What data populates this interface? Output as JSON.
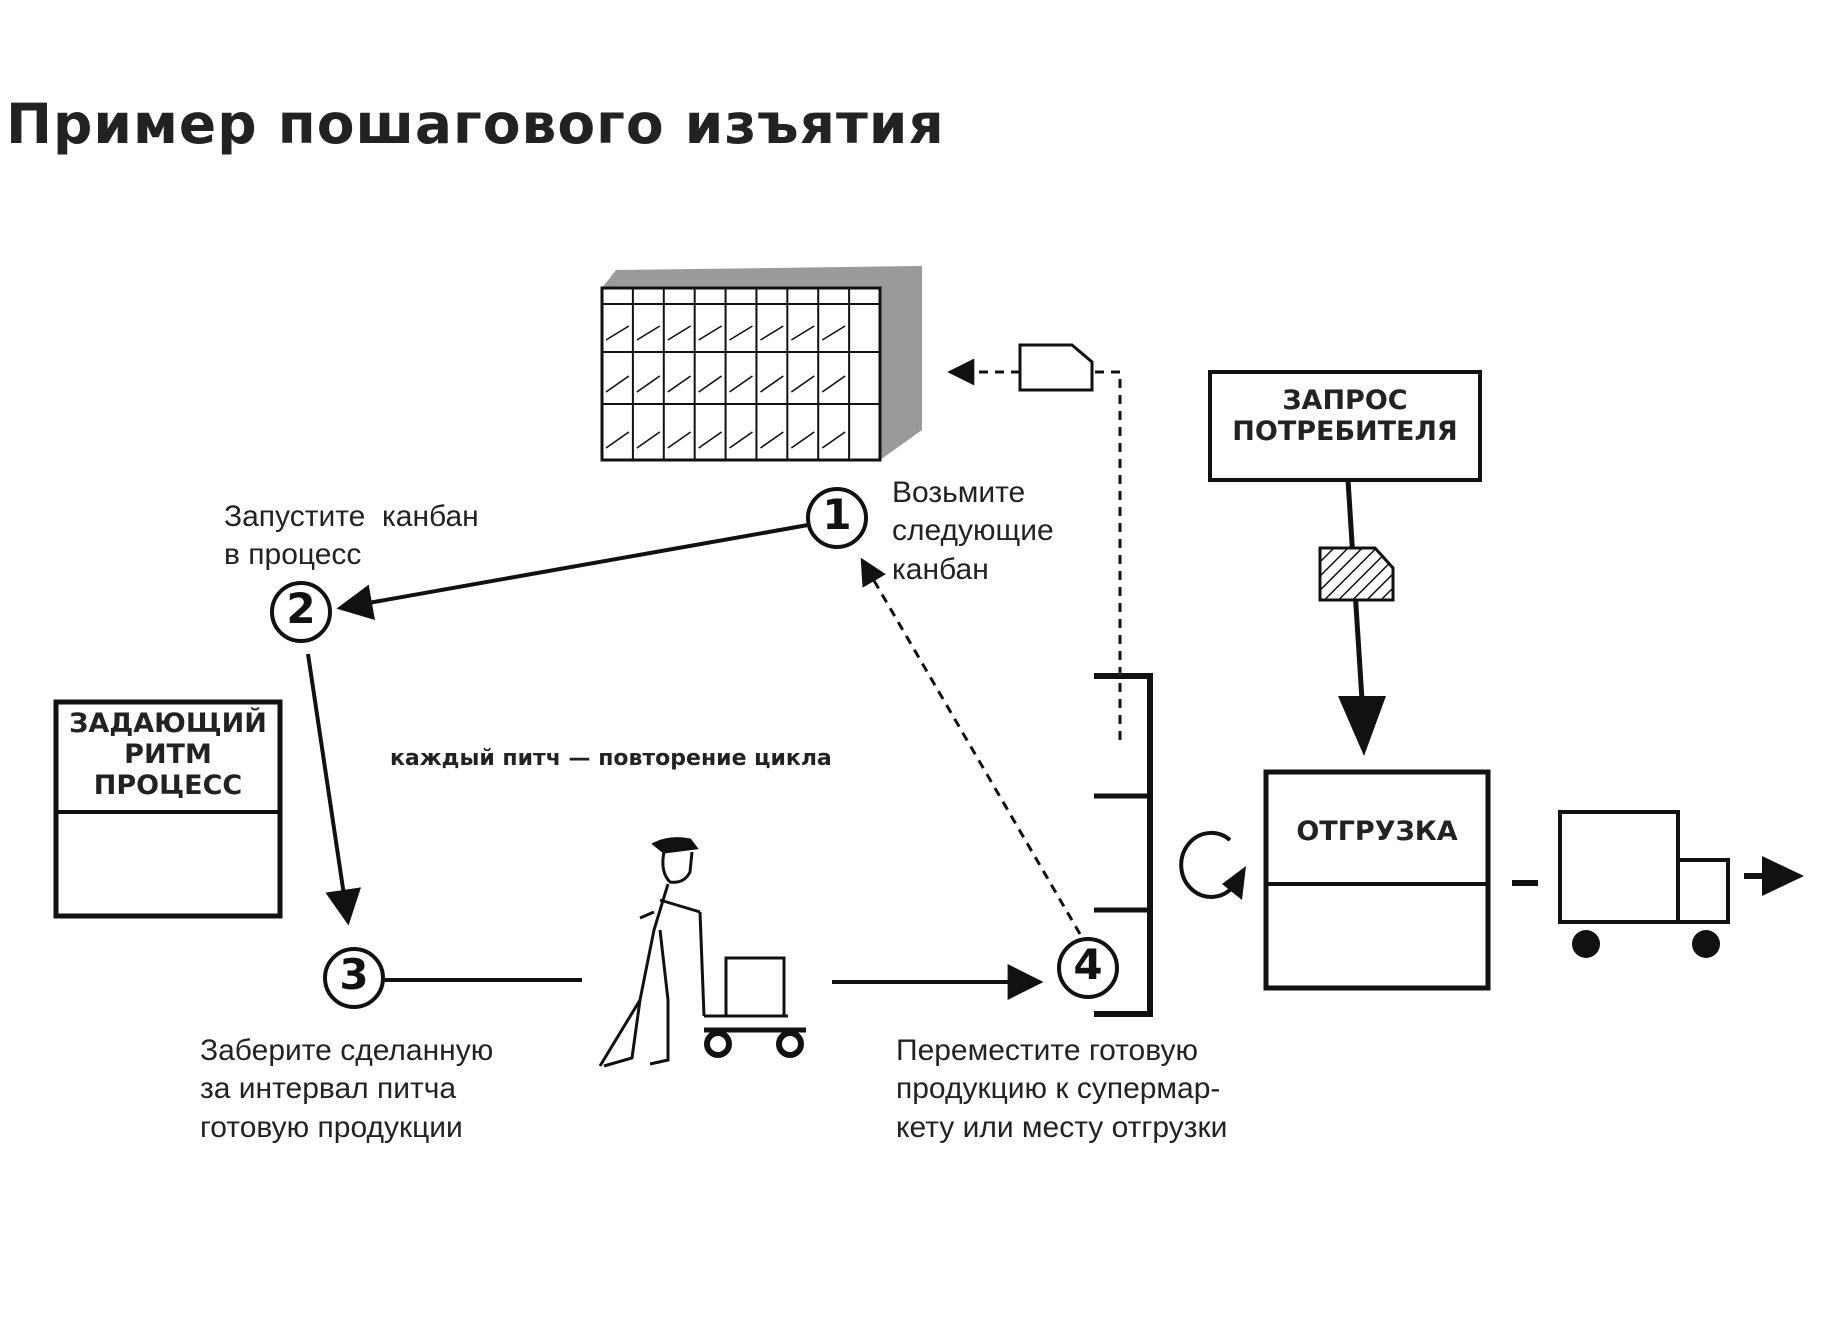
{
  "title": "Пример пошагового изъятия",
  "boxes": {
    "pacemaker": [
      "ЗАДАЮЩИЙ",
      "РИТМ",
      "ПРОЦЕСС"
    ],
    "customer_request": [
      "ЗАПРОС",
      "ПОТРЕБИТЕЛЯ"
    ],
    "shipping": "ОТГРУЗКА"
  },
  "steps": {
    "one": {
      "number": "1",
      "text": [
        "Возьмите",
        "следующие",
        "канбан"
      ]
    },
    "two": {
      "number": "2",
      "text": [
        "Запустите  канбан",
        "в процесс"
      ]
    },
    "three": {
      "number": "3",
      "text": [
        "Заберите сделанную",
        "за интервал питча",
        "готовую продукции"
      ]
    },
    "four": {
      "number": "4",
      "text": [
        "Переместите готовую",
        "продукцию к супермар-",
        "кету или месту отгрузки"
      ]
    }
  },
  "cycle_note": "каждый питч — повторение цикла",
  "icons": [
    "heijunka-box-icon",
    "kanban-card-icon",
    "withdrawal-kanban-icon",
    "operator-with-cart-icon",
    "supermarket-shelf-icon",
    "cycle-arrow-icon",
    "truck-icon"
  ],
  "colors": {
    "ink": "#111111",
    "side": "#9a9a9a",
    "paper": "#ffffff"
  }
}
